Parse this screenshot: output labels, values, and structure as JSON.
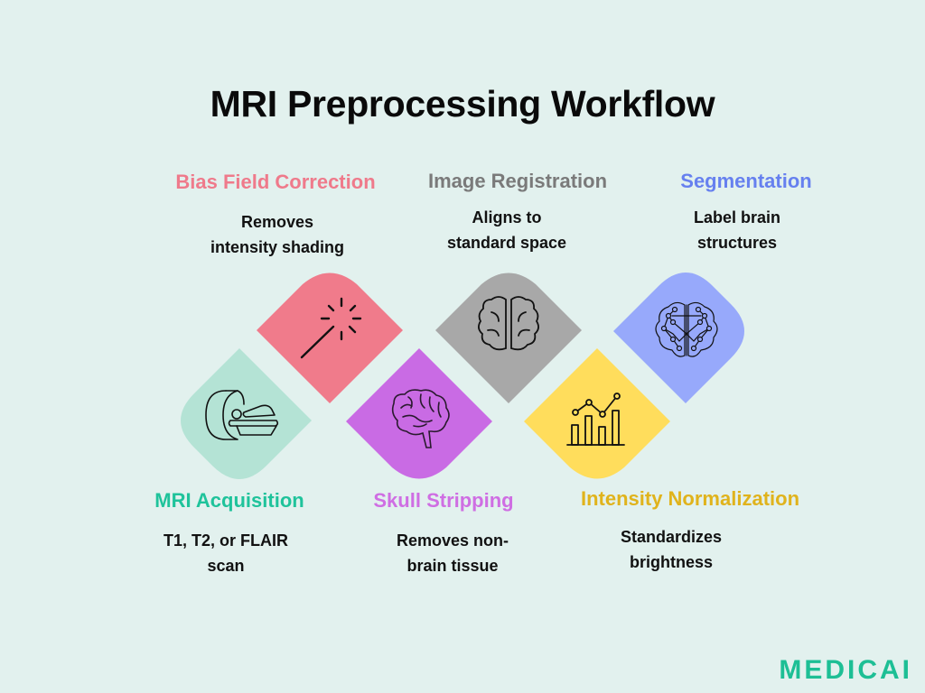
{
  "title": "MRI Preprocessing Workflow",
  "steps": [
    {
      "id": "mri-acquisition",
      "title": "MRI Acquisition",
      "desc": "T1, T2, or FLAIR\nscan",
      "icon": "mri-scanner-icon",
      "color": "#b4e3d5",
      "title_color": "#1fc39b",
      "row": "bottom"
    },
    {
      "id": "bias-field-correction",
      "title": "Bias Field Correction",
      "desc": "Removes\nintensity shading",
      "icon": "magic-wand-icon",
      "color": "#f07b8b",
      "title_color": "#ef7a8b",
      "row": "top"
    },
    {
      "id": "skull-stripping",
      "title": "Skull Stripping",
      "desc": "Removes non-\nbrain tissue",
      "icon": "brain-side-icon",
      "color": "#c96be4",
      "title_color": "#cf6ee3",
      "row": "bottom"
    },
    {
      "id": "image-registration",
      "title": "Image Registration",
      "desc": "Aligns to\nstandard space",
      "icon": "brain-top-icon",
      "color": "#a8a8a8",
      "title_color": "#7a7a7a",
      "row": "top"
    },
    {
      "id": "intensity-normalization",
      "title": "Intensity Normalization",
      "desc": "Standardizes\nbrightness",
      "icon": "bar-chart-icon",
      "color": "#ffdd5c",
      "title_color": "#e0b31c",
      "row": "bottom"
    },
    {
      "id": "segmentation",
      "title": "Segmentation",
      "desc": "Label brain\nstructures",
      "icon": "neural-brain-icon",
      "color": "#97a9fb",
      "title_color": "#6680ef",
      "row": "top"
    }
  ],
  "logo": "MEDICAI"
}
